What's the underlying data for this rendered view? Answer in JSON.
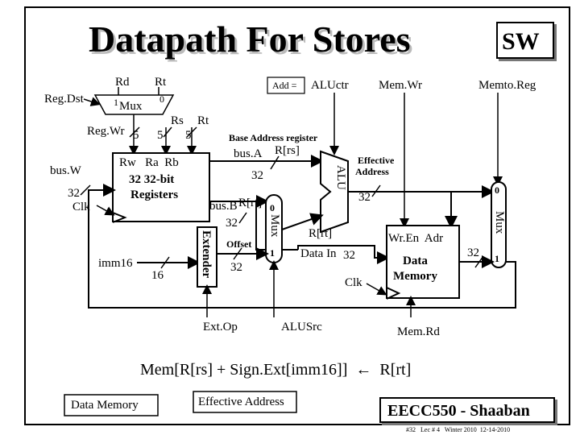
{
  "title": "Datapath For Stores",
  "badge": "SW",
  "labels": {
    "rd": "Rd",
    "rt_top": "Rt",
    "regdst": "Reg.Dst",
    "mux_in1": "1",
    "mux_top": "Mux",
    "mux_in0": "0",
    "regwr": "Reg.Wr",
    "w5a": "5",
    "w5b": "5",
    "w5c": "5",
    "rs": "Rs",
    "rt": "Rt",
    "busw": "bus.W",
    "w32_busw": "32",
    "clk": "Clk",
    "rw_ra_rb": "Rw   Ra  Rb",
    "regs_line1": "32 32-bit",
    "regs_line2": "Registers",
    "addeq": "Add =",
    "aluctr": "ALUctr",
    "memwr": "Mem.Wr",
    "memtoreg": "Memto.Reg",
    "base_addr": "Base Address register",
    "busa": "bus.A",
    "rrs": "R[rs]",
    "w32_busa": "32",
    "eff_addr1": "Effective",
    "eff_addr2": "Address",
    "alu": "ALU",
    "w32_alu": "32",
    "mux_right0": "0",
    "mux_right": "Mux",
    "mux_right1": "1",
    "busb": "bus.B",
    "rrt_busb": "R[rt]",
    "w32_busb": "32",
    "mux_mid0": "0",
    "mux_mid": "Mux",
    "mux_mid1": "1",
    "rrt_dm": "R[rt]",
    "wren_adr": "Wr.En  Adr",
    "datain": "Data In",
    "w32_datain": "32",
    "dm1": "Data",
    "dm2": "Memory",
    "w32_dm": "32",
    "clk2": "Clk",
    "imm16": "imm16",
    "w16": "16",
    "extender": "Extender",
    "offset": "Offset",
    "w32_ext": "32",
    "extop": "Ext.Op",
    "alusrc": "ALUSrc",
    "memrd": "Mem.Rd",
    "equation": "Mem[R[rs] + Sign.Ext[imm16]]  ←  R[rt]",
    "box_dm": "Data Memory",
    "box_ea": "Effective Address",
    "footer": "EECC550 - Shaaban",
    "slide": "#32   Lec # 4   Winter 2010  12-14-2010"
  }
}
